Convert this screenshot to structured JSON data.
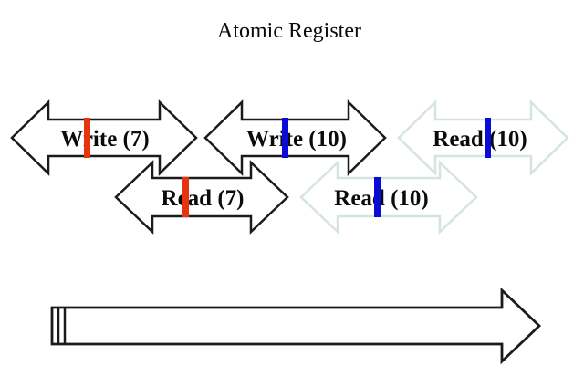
{
  "title": "Atomic Register",
  "colors": {
    "background": "#ffffff",
    "text": "#0b0b0b",
    "solid_outline": "#1b1b1b",
    "faded_outline": "#d5e5de",
    "red_marker": "#e8330f",
    "blue_marker": "#0b0bd8"
  },
  "operations": [
    {
      "label": "Write (7)",
      "row": 1,
      "style": "solid",
      "outline_color": "#1b1b1b",
      "marker": "red",
      "marker_color": "#e8330f"
    },
    {
      "label": "Write (10)",
      "row": 1,
      "style": "solid",
      "outline_color": "#1b1b1b",
      "marker": "blue",
      "marker_color": "#0b0bd8"
    },
    {
      "label": "Read (10)",
      "row": 1,
      "style": "faded",
      "outline_color": "#d5e5de",
      "marker": "blue",
      "marker_color": "#0b0bd8"
    },
    {
      "label": "Read (7)",
      "row": 2,
      "style": "solid",
      "outline_color": "#1b1b1b",
      "marker": "red",
      "marker_color": "#e8330f"
    },
    {
      "label": "Read (10)",
      "row": 2,
      "style": "faded",
      "outline_color": "#d5e5de",
      "marker": "blue",
      "marker_color": "#0b0bd8"
    }
  ],
  "timeline": {
    "outline_color": "#1b1b1b",
    "tick_color": "#1b1b1b"
  }
}
